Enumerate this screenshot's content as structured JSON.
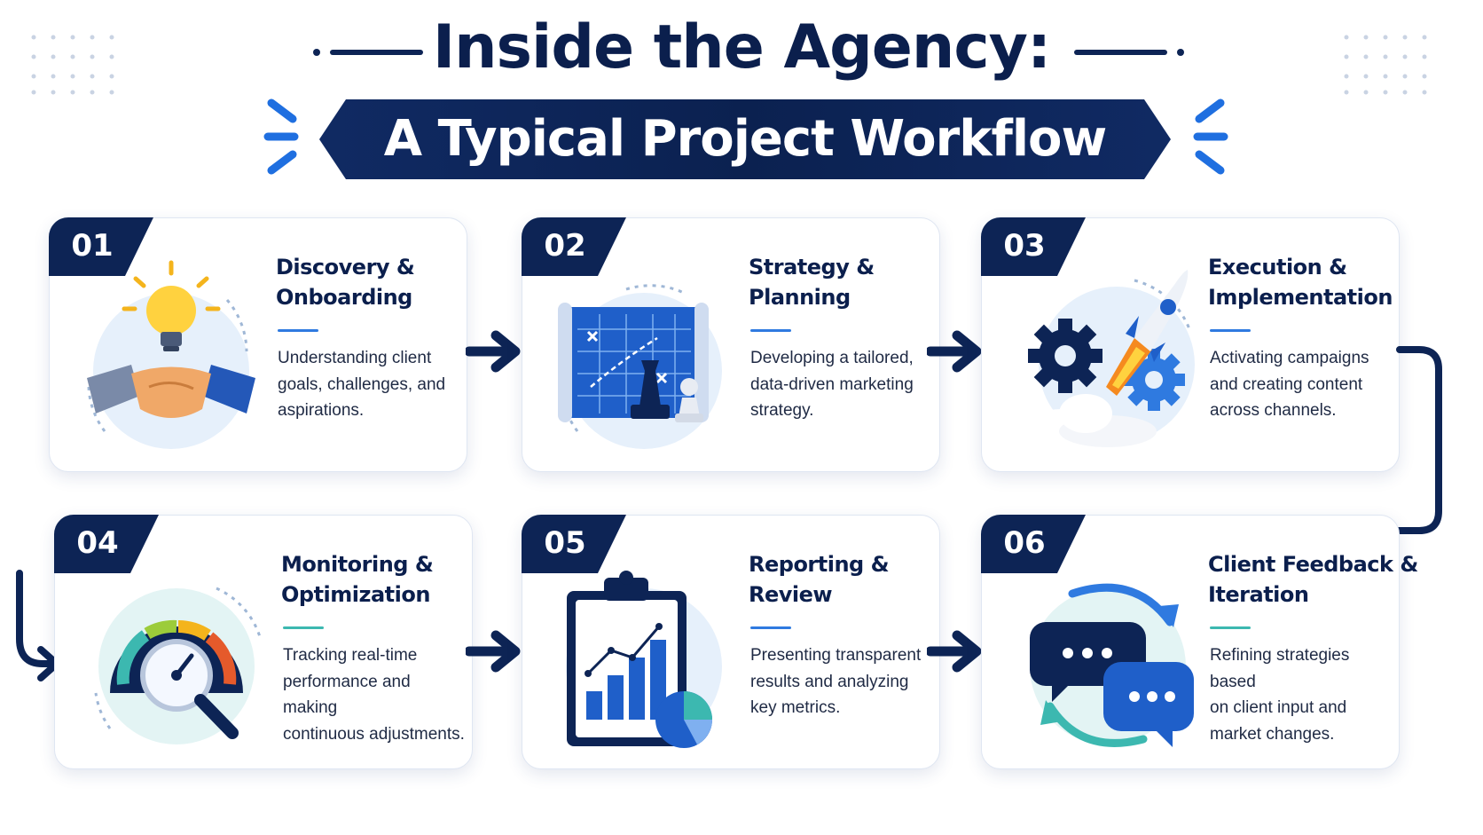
{
  "header": {
    "title": "Inside the Agency:",
    "subtitle": "A Typical Project Workflow"
  },
  "colors": {
    "navy": "#0d2455",
    "blue": "#1f5fc9",
    "accent_blue": "#2f7ae0",
    "accent_teal": "#3cb8b0"
  },
  "steps": [
    {
      "number": "01",
      "title_line1": "Discovery &",
      "title_line2": "Onboarding",
      "desc_line1": "Understanding client",
      "desc_line2": "goals, challenges, and",
      "desc_line3": "aspirations.",
      "icon": "handshake-lightbulb-icon"
    },
    {
      "number": "02",
      "title_line1": "Strategy &",
      "title_line2": "Planning",
      "desc_line1": "Developing a tailored,",
      "desc_line2": "data-driven marketing",
      "desc_line3": "strategy.",
      "icon": "chess-blueprint-icon"
    },
    {
      "number": "03",
      "title_line1": "Execution &",
      "title_line2": "Implementation",
      "desc_line1": "Activating campaigns",
      "desc_line2": "and creating content",
      "desc_line3": "across channels.",
      "icon": "rocket-gears-icon"
    },
    {
      "number": "04",
      "title_line1": "Monitoring &",
      "title_line2": "Optimization",
      "desc_line1": "Tracking real-time",
      "desc_line2": "performance and making",
      "desc_line3": "continuous adjustments.",
      "icon": "gauge-magnifier-icon"
    },
    {
      "number": "05",
      "title_line1": "Reporting &",
      "title_line2": "Review",
      "desc_line1": "Presenting transparent",
      "desc_line2": "results and analyzing",
      "desc_line3": "key metrics.",
      "icon": "clipboard-chart-icon"
    },
    {
      "number": "06",
      "title_line1": "Client Feedback &",
      "title_line2": "Iteration",
      "desc_line1": "Refining strategies based",
      "desc_line2": "on client input and",
      "desc_line3": "market changes.",
      "icon": "chat-cycle-icon"
    }
  ]
}
